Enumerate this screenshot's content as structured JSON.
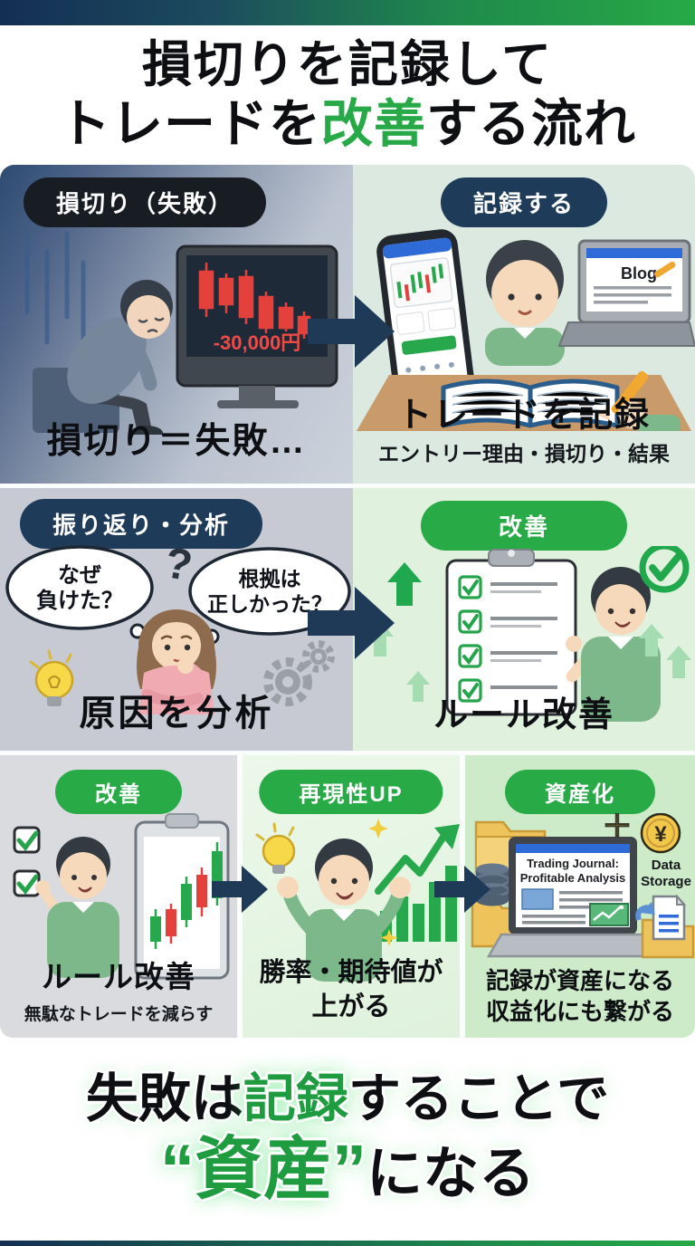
{
  "title": {
    "line1": "損切りを記録して",
    "line2_pre": "トレードを",
    "line2_accent": "改善",
    "line2_post": "する流れ"
  },
  "panels": {
    "p1": {
      "badge": "損切り（失敗）",
      "caption": "損切り＝失敗…",
      "loss_text": "-30,000円"
    },
    "p2": {
      "badge": "記録する",
      "caption": "トレードを記録",
      "subcaption": "エントリー理由・損切り・結果",
      "laptop_label": "Blog"
    },
    "p3": {
      "badge": "振り返り・分析",
      "caption": "原因を分析",
      "bubble_left_l1": "なぜ",
      "bubble_left_l2": "負けた？",
      "bubble_right_l1": "根拠は",
      "bubble_right_l2": "正しかった？",
      "question_mark": "?"
    },
    "p4": {
      "badge": "改善",
      "caption": "ルール改善"
    },
    "p5": {
      "badge": "改善",
      "caption": "ルール改善",
      "subcaption": "無駄なトレードを減らす"
    },
    "p6": {
      "badge": "再現性UP",
      "caption_l1": "勝率・期待値が",
      "caption_l2": "上がる"
    },
    "p7": {
      "badge": "資産化",
      "caption_l1": "記録が資産になる",
      "caption_l2": "収益化にも繋がる",
      "screen_title_l1": "Trading Journal:",
      "screen_title_l2": "Profitable Analysis",
      "storage_l1": "Data",
      "storage_l2": "Storage",
      "coin_symbol": "¥",
      "plus_symbol": "＋"
    }
  },
  "footer": {
    "line1_pre": "失敗は",
    "line1_accent": "記録",
    "line1_post": "することで",
    "line2_accent": "“資産”",
    "line2_post": "になる"
  },
  "colors": {
    "accent_green": "#27a947",
    "badge_green": "#28ab47",
    "badge_navy": "#1e3c59",
    "badge_black": "#181d24",
    "arrow_navy": "#1e3a56",
    "loss_red": "#e4413d",
    "coin_gold": "#f2c84b"
  }
}
